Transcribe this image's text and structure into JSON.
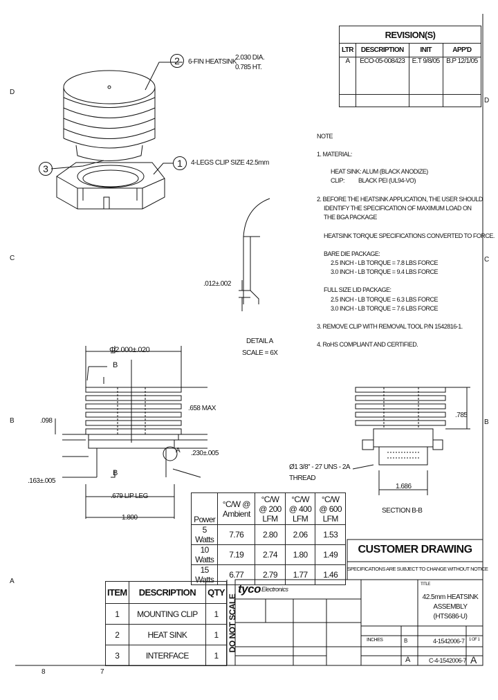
{
  "revisions": {
    "title": "REVISION(S)",
    "headers": [
      "LTR",
      "DESCRIPTION",
      "INIT",
      "APP'D"
    ],
    "rows": [
      [
        "A",
        "ECO-05-008423",
        "E.T 9/8/05",
        "B.P 12/1/05"
      ]
    ]
  },
  "frame": {
    "right_marks": [
      "D",
      "C",
      "B"
    ],
    "left_marks": [
      "D",
      "C",
      "B",
      "A"
    ],
    "bottom_marks": [
      "8",
      "7"
    ]
  },
  "callouts": {
    "heatsink_num": "2",
    "heatsink_label": "6-FIN HEATSINK",
    "heatsink_dia": "2.030 DIA.",
    "heatsink_ht": "0.785 HT.",
    "clip_num": "1",
    "clip_label": "4-LEGS CLIP SIZE 42.5mm",
    "interface_num": "3"
  },
  "notes": {
    "heading": "NOTE",
    "n1": "1. MATERIAL:",
    "n1a": "HEAT SINK: ALUM (BLACK ANODIZE)",
    "n1b": "CLIP:          BLACK PEI (UL94-VO)",
    "n2": "2. BEFORE THE HEATSINK APPLICATION, THE USER SHOULD",
    "n2b": "IDENTIFY THE SPECIFICATION OF MAXIMUM LOAD ON",
    "n2c": "THE BGA PACKAGE",
    "n2d": "HEATSINK TORQUE SPECIFICATIONS CONVERTED TO FORCE.",
    "bare_h": "BARE DIE PACKAGE:",
    "bare1": "2.5 INCH - LB TORQUE = 7.8 LBS FORCE",
    "bare2": "3.0 INCH - LB TORQUE = 9.4 LBS FORCE",
    "lid_h": "FULL SIZE LID PACKAGE:",
    "lid1": "2.5 INCH - LB TORQUE = 6.3 LBS FORCE",
    "lid2": "3.0 INCH - LB TORQUE = 7.6 LBS FORCE",
    "n3": "3. REMOVE CLIP WITH REMOVAL TOOL P/N 1542816-1.",
    "n4": "4. RoHS COMPLIANT AND CERTIFIED."
  },
  "detail": {
    "dim": ".012±.002",
    "title": "DETAIL A",
    "scale": "SCALE = 6X"
  },
  "front_view": {
    "dia": "2.000±.020",
    "b": "B",
    "max": ".658 MAX",
    "d098": ".098",
    "d230": ".230±.005",
    "a": "A",
    "d163": ".163±.005",
    "lip": ".679 LIP LEG",
    "d1800": "1.800",
    "thread": "Ø1 3/8\" - 27 UNS - 2A",
    "thread2": "THREAD"
  },
  "section": {
    "d785": ".785",
    "d1686": "1.686",
    "label": "SECTION B-B"
  },
  "thermal": {
    "headers": [
      "Power",
      "°C/W @ Ambient",
      "°C/W @ 200 LFM",
      "°C/W @ 400 LFM",
      "°C/W @ 600 LFM"
    ],
    "rows": [
      [
        "5 Watts",
        "7.76",
        "2.80",
        "2.06",
        "1.53"
      ],
      [
        "10 Watts",
        "7.19",
        "2.74",
        "1.80",
        "1.49"
      ],
      [
        "15 Watts",
        "6.77",
        "2.79",
        "1.77",
        "1.46"
      ]
    ]
  },
  "customer": {
    "title": "CUSTOMER DRAWING",
    "sub": "SPECIFICATIONS ARE SUBJECT TO CHANGE WITHOUT NOTICE"
  },
  "bom": {
    "headers": [
      "ITEM",
      "DESCRIPTION",
      "QTY"
    ],
    "rows": [
      [
        "1",
        "MOUNTING CLIP",
        "1"
      ],
      [
        "2",
        "HEAT SINK",
        "1"
      ],
      [
        "3",
        "INTERFACE",
        "1"
      ]
    ]
  },
  "noscale": "DO NOT SCALE",
  "titleblock": {
    "brand": "tyco",
    "brand2": "Electronics",
    "title_label": "TITLE",
    "title1": "42.5mm HEATSINK",
    "title2": "ASSEMBLY",
    "title3": "(HTS686-U)",
    "units": "INCHES",
    "size": "B",
    "pn_a": "4-1542006-7",
    "sheet": "1 OF 1",
    "size2": "A",
    "dwg": "C-4-1542006-7",
    "rev": "A"
  }
}
